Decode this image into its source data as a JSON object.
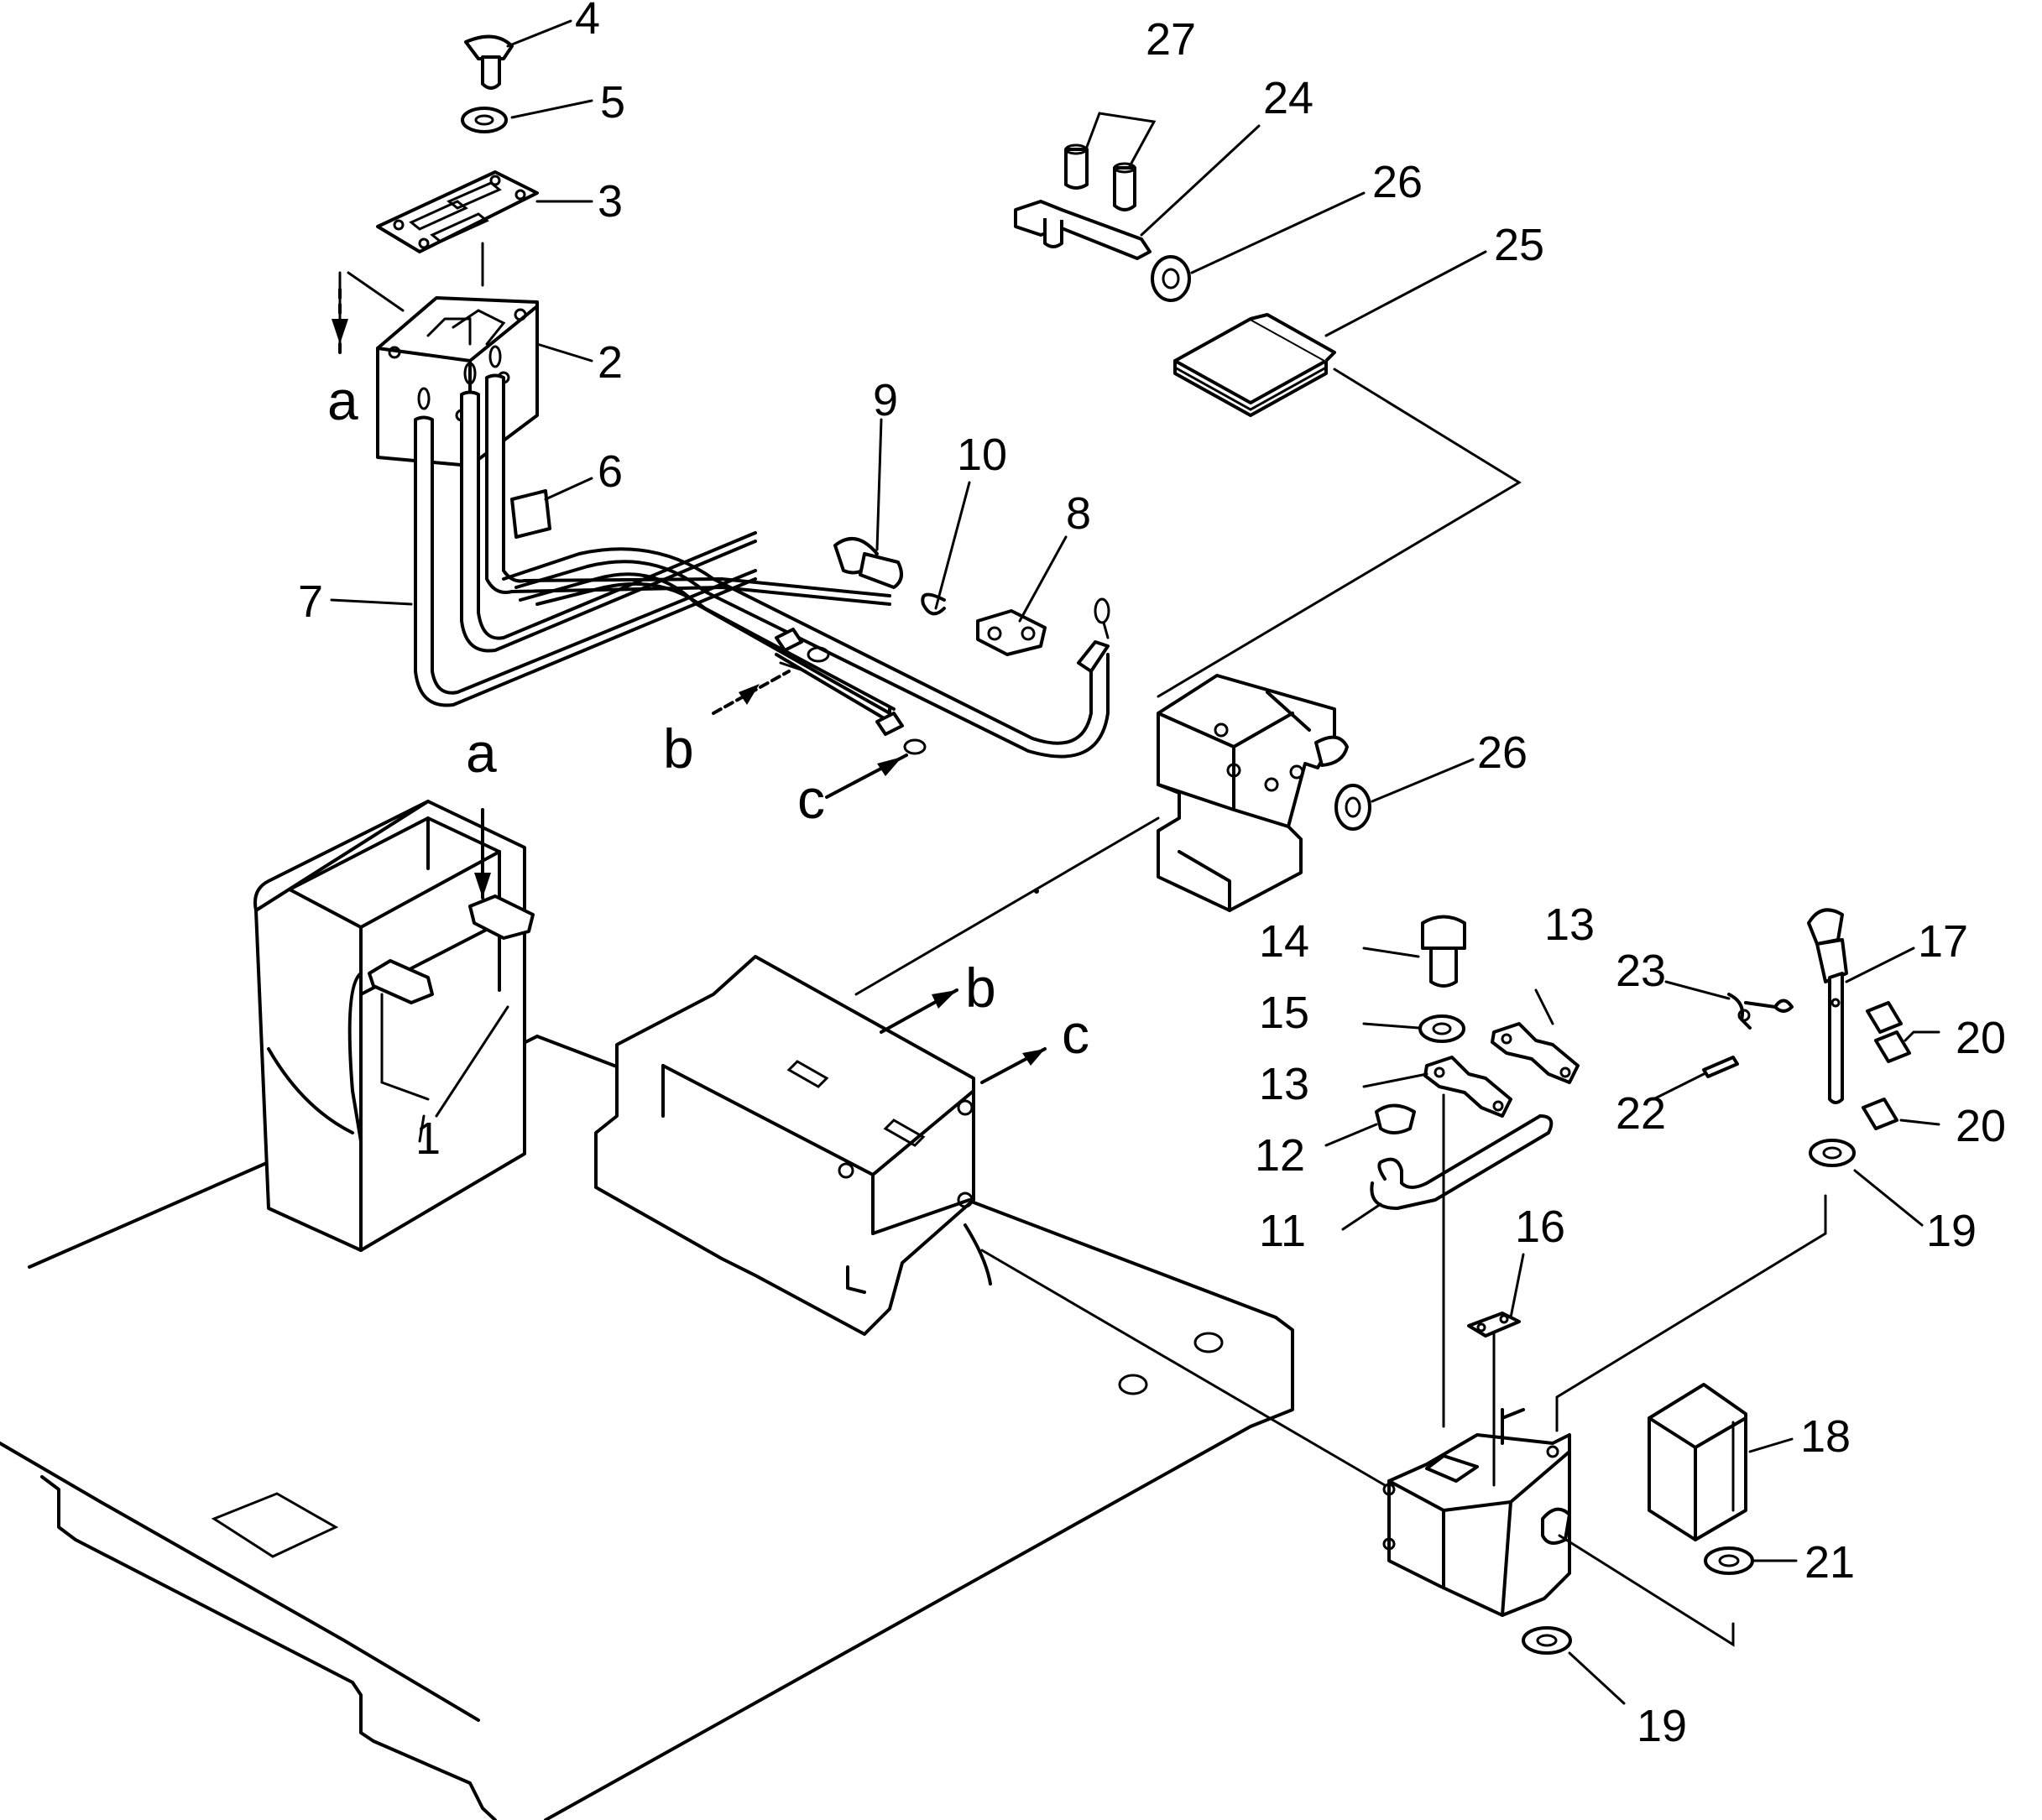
{
  "callouts": {
    "n1": "1",
    "n2": "2",
    "n3": "3",
    "n4": "4",
    "n5": "5",
    "n6": "6",
    "n7": "7",
    "n8": "8",
    "n9": "9",
    "n10": "10",
    "n11": "11",
    "n12": "12",
    "n13a": "13",
    "n13b": "13",
    "n14": "14",
    "n15": "15",
    "n16": "16",
    "n17": "17",
    "n18": "18",
    "n19a": "19",
    "n19b": "19",
    "n20a": "20",
    "n20b": "20",
    "n21": "21",
    "n22": "22",
    "n23": "23",
    "n24": "24",
    "n25": "25",
    "n26a": "26",
    "n26b": "26",
    "n27": "27"
  },
  "refs": {
    "a1": "a",
    "a2": "a",
    "b1": "b",
    "b2": "b",
    "c1": "c",
    "c2": "c"
  }
}
